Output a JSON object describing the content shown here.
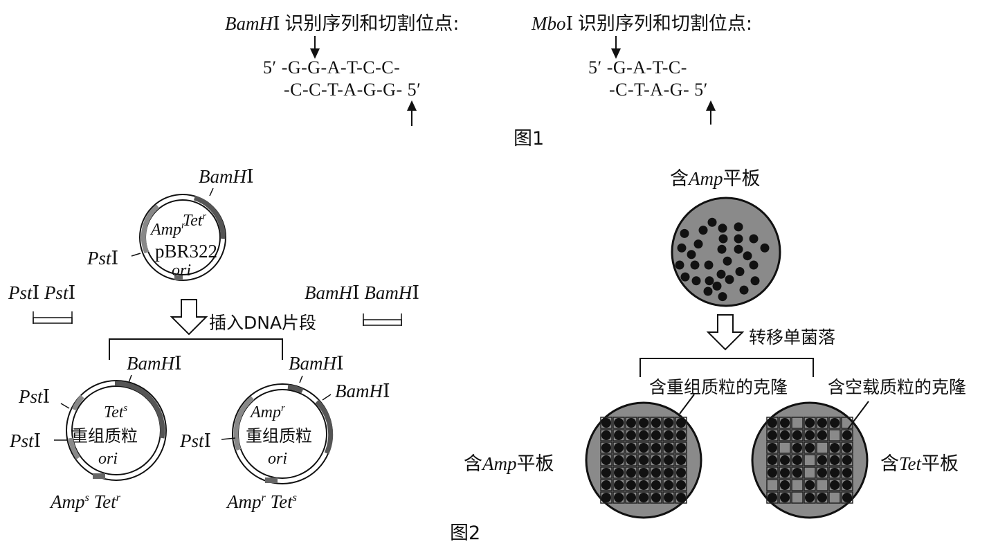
{
  "figure1": {
    "bamhi_title": {
      "enzyme": "BamH",
      "numeral": "Ⅰ",
      "text": "识别序列和切割位点:"
    },
    "mboi_title": {
      "enzyme": "Mbo",
      "numeral": "Ⅰ",
      "text": "识别序列和切割位点:"
    },
    "bamhi_top": "5′ -G-G-A-T-C-C-",
    "bamhi_bottom": "-C-C-T-A-G-G- 5′",
    "mboi_top": "5′ -G-A-T-C-",
    "mboi_bottom": "-C-T-A-G- 5′",
    "caption": "图1"
  },
  "figure2": {
    "caption": "图2",
    "plasmid": {
      "bamhi_label": "BamH Ⅰ",
      "psti_label": "Pst Ⅰ",
      "amp": "Amp",
      "amp_sup": "r",
      "tet": "Tet",
      "tet_sup": "r",
      "name": "pBR322",
      "ori": "ori"
    },
    "fragments": {
      "pst_pair": "Pst Ⅰ Pst Ⅰ",
      "bam_pair": "BamH Ⅰ  BamH Ⅰ"
    },
    "insert_step": "插入DNA片段",
    "recombinant_left": {
      "bamhi_label": "BamH Ⅰ",
      "psti_label_1": "Pst Ⅰ",
      "psti_label_2": "Pst Ⅰ",
      "inner_gene": "Tet",
      "inner_sup": "s",
      "name": "重组质粒",
      "ori": "ori",
      "phenotype_amp": "Amp",
      "phenotype_amp_sup": "s",
      "phenotype_tet": "Tet",
      "phenotype_tet_sup": "r"
    },
    "recombinant_right": {
      "bamhi_label_1": "BamH Ⅰ",
      "bamhi_label_2": "BamH Ⅰ",
      "psti_label": "Pst Ⅰ",
      "inner_gene": "Amp",
      "inner_sup": "r",
      "name": "重组质粒",
      "ori": "ori",
      "phenotype_amp": "Amp",
      "phenotype_amp_sup": "r",
      "phenotype_tet": "Tet",
      "phenotype_tet_sup": "s"
    },
    "plate_top_label": {
      "prefix": "含",
      "drug": "Amp",
      "suffix": "平板"
    },
    "transfer_step": "转移单菌落",
    "recombinant_clone_label": "含重组质粒的克隆",
    "empty_clone_label": "含空载质粒的克隆",
    "plate_amp_label": {
      "prefix": "含",
      "drug": "Amp",
      "suffix": "平板"
    },
    "plate_tet_label": {
      "prefix": "含",
      "drug": "Tet",
      "suffix": "平板"
    },
    "plate_grid": {
      "rows": 7,
      "cols": 7
    },
    "tet_plate_missing_colonies": [
      [
        0,
        2
      ],
      [
        0,
        6
      ],
      [
        1,
        5
      ],
      [
        2,
        1
      ],
      [
        2,
        4
      ],
      [
        3,
        3
      ],
      [
        4,
        3
      ],
      [
        5,
        0
      ],
      [
        5,
        2
      ],
      [
        5,
        4
      ],
      [
        6,
        2
      ],
      [
        6,
        5
      ]
    ],
    "colors": {
      "ink": "#111111",
      "plate": "#8a8a8a",
      "gene_dark": "#555555",
      "gene_light": "#888888"
    }
  }
}
